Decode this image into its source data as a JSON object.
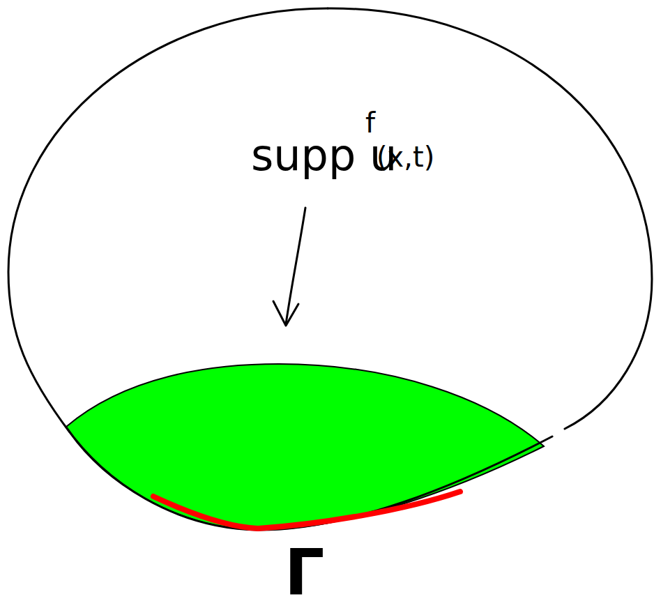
{
  "diagram": {
    "labels": [
      "supp u",
      "f",
      "(x,t)",
      "Γ"
    ]
  }
}
